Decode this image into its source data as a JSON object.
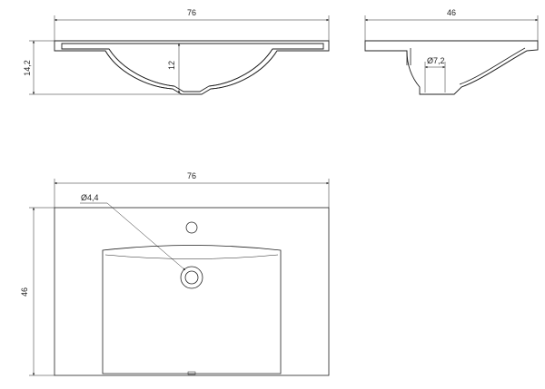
{
  "drawing": {
    "front_section": {
      "width_label": "76",
      "height_label": "14,2",
      "depth_label": "12"
    },
    "side_section": {
      "depth_label": "46",
      "drain_label": "Ø7,2"
    },
    "top_view": {
      "width_label": "76",
      "depth_label": "46",
      "tap_hole_label": "Ø4,4"
    }
  }
}
